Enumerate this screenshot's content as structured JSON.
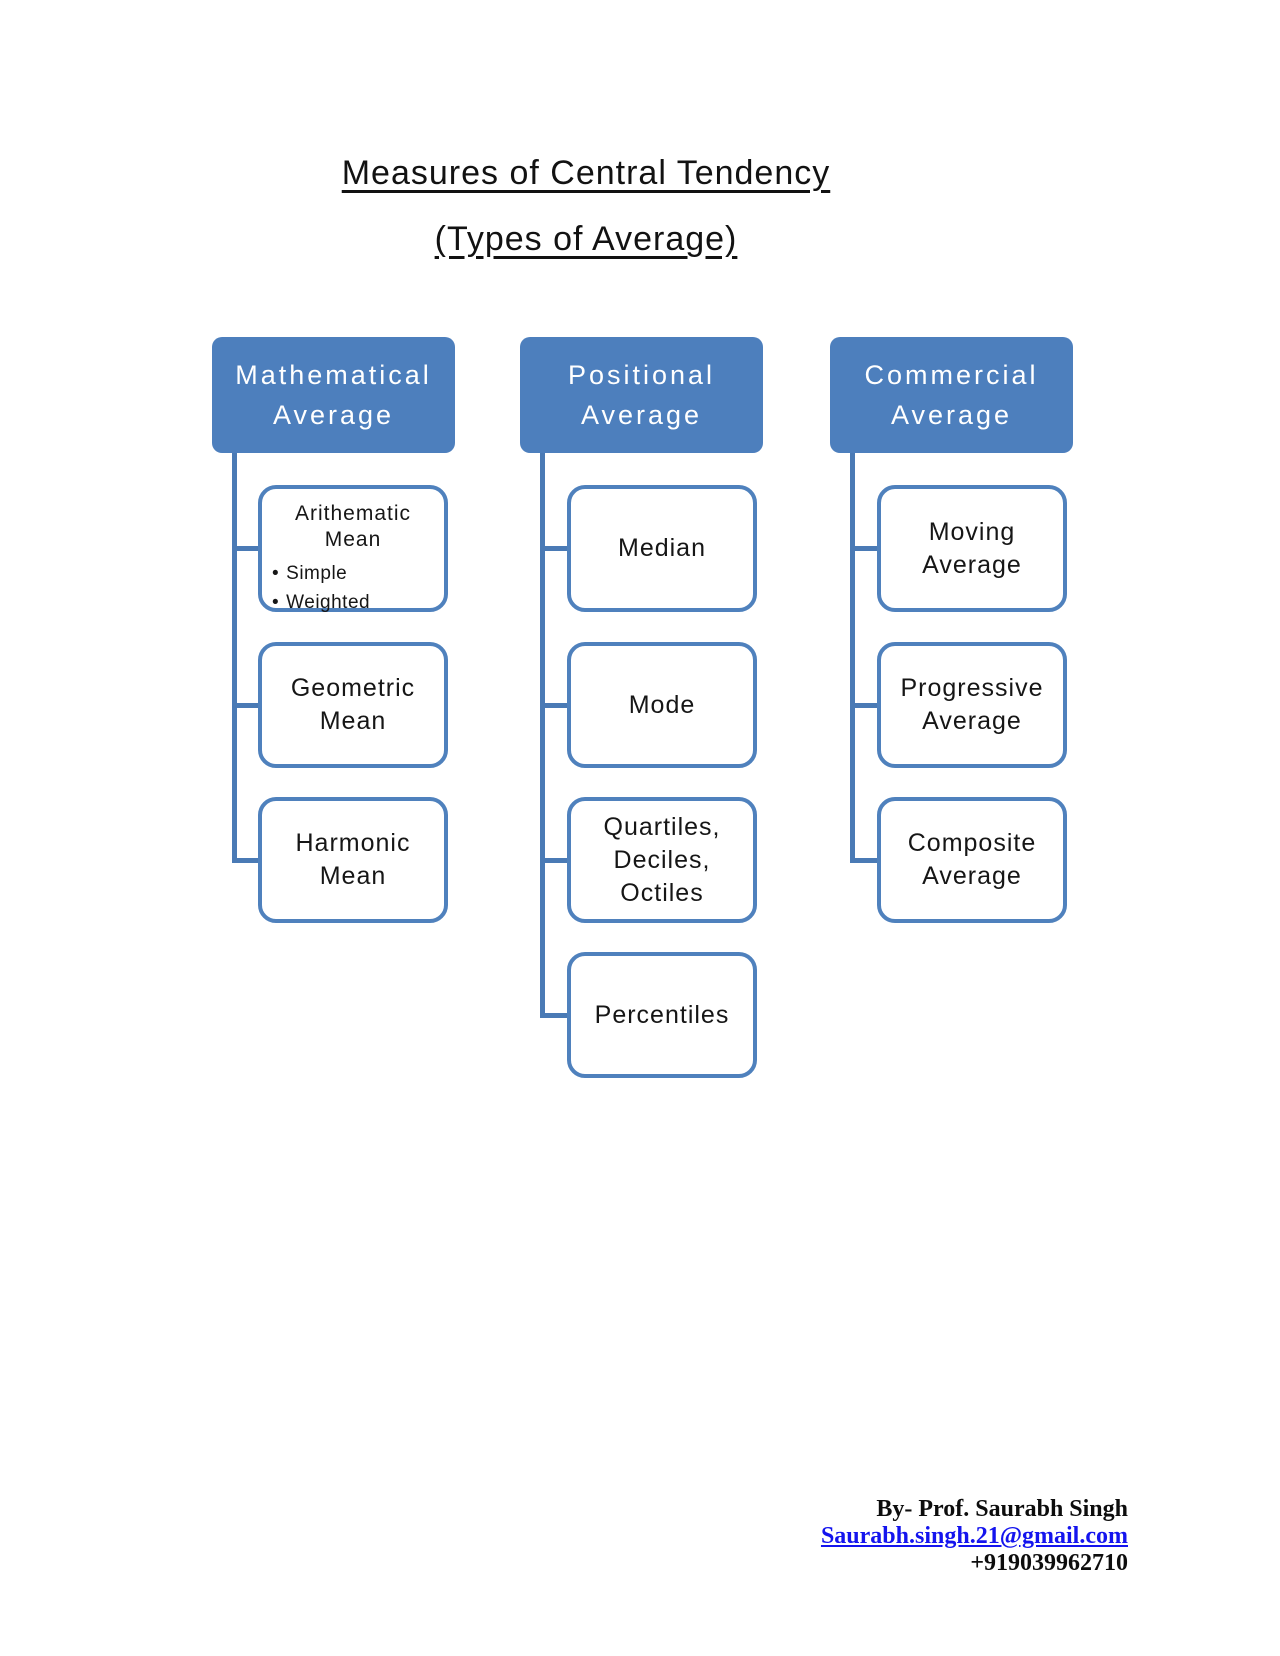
{
  "title": "Measures of Central Tendency",
  "subtitle": "(Types of Average)",
  "colors": {
    "header_fill": "#4d7fbd",
    "header_text": "#ffffff",
    "node_border": "#4f81bd",
    "connector": "#4a7ab5",
    "link_blue": "#1414ee",
    "text": "#121212"
  },
  "columns": [
    {
      "header": "Mathematical Average",
      "header_lines": [
        "Mathematical",
        "Average"
      ],
      "children": [
        {
          "label": "Arithematic Mean",
          "title_lines": [
            "Arithematic",
            "Mean"
          ],
          "bullets": [
            "Simple",
            "Weighted"
          ]
        },
        {
          "label": "Geometric Mean",
          "lines": [
            "Geometric",
            "Mean"
          ]
        },
        {
          "label": "Harmonic Mean",
          "lines": [
            "Harmonic",
            "Mean"
          ]
        }
      ]
    },
    {
      "header": "Positional Average",
      "header_lines": [
        "Positional",
        "Average"
      ],
      "children": [
        {
          "label": "Median",
          "lines": [
            "Median"
          ]
        },
        {
          "label": "Mode",
          "lines": [
            "Mode"
          ]
        },
        {
          "label": "Quartiles, Deciles, Octiles",
          "lines": [
            "Quartiles,",
            "Deciles,",
            "Octiles"
          ]
        },
        {
          "label": "Percentiles",
          "lines": [
            "Percentiles"
          ]
        }
      ]
    },
    {
      "header": "Commercial Average",
      "header_lines": [
        "Commercial",
        "Average"
      ],
      "children": [
        {
          "label": "Moving Average",
          "lines": [
            "Moving",
            "Average"
          ]
        },
        {
          "label": "Progressive Average",
          "lines": [
            "Progressive",
            "Average"
          ]
        },
        {
          "label": "Composite Average",
          "lines": [
            "Composite",
            "Average"
          ]
        }
      ]
    }
  ],
  "footer": {
    "byline": "By- Prof. Saurabh Singh",
    "email": "Saurabh.singh.21@gmail.com",
    "phone": "+919039962710"
  }
}
